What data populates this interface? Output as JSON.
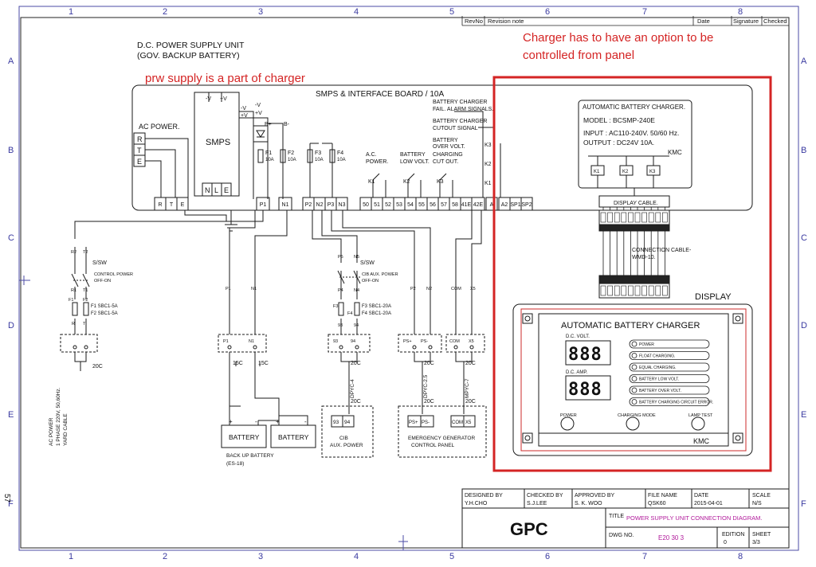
{
  "drawing": {
    "grid_cols": [
      "1",
      "2",
      "3",
      "4",
      "5",
      "6",
      "7",
      "8"
    ],
    "grid_rows": [
      "A",
      "B",
      "C",
      "D",
      "E",
      "F"
    ],
    "page_number": "57",
    "revision_header": {
      "rev_no": "RevNo",
      "note": "Revision note",
      "date": "Date",
      "signature": "Signature",
      "checked": "Checked"
    },
    "title_lines": [
      "D.C. POWER SUPPLY UNIT",
      "(GOV. BACKUP BATTERY)"
    ],
    "annotation_red_1": "prw supply is a part of charger",
    "annotation_red_2_lines": [
      "Charger has to have an option to be",
      "controlled from panel"
    ],
    "board_label": "SMPS & INTERFACE BOARD / 10A",
    "ac_power_label": "AC POWER.",
    "ac_terms": [
      "R",
      "T",
      "E"
    ],
    "smps_label": "SMPS",
    "smps_terms": [
      "N",
      "L",
      "E"
    ],
    "smps_v_top": [
      "-V",
      "+V"
    ],
    "smps_v_side": [
      "-V",
      "+V"
    ],
    "smps_out_top": [
      "-V",
      "+V"
    ],
    "bplus": "B+",
    "bminus": "B-",
    "fuses": [
      {
        "name": "F1",
        "rating": "10A"
      },
      {
        "name": "F2",
        "rating": "10A"
      },
      {
        "name": "F3",
        "rating": "10A"
      },
      {
        "name": "F4",
        "rating": "10A"
      }
    ],
    "terminals": [
      "R",
      "T",
      "E",
      "N",
      "L",
      "E",
      "P1",
      "N1",
      "P2",
      "N2",
      "P3",
      "N3",
      "50",
      "51",
      "52",
      "53",
      "54",
      "55",
      "56",
      "57",
      "58",
      "41E",
      "42E",
      "A",
      "A2",
      "SP1",
      "SP2"
    ],
    "signals": [
      {
        "lines": [
          "BATTERY CHARGER",
          "FAIL. ALARM SIGNALS."
        ]
      },
      {
        "lines": [
          "BATTERY CHARGER",
          "CUTOUT SIGNAL"
        ]
      },
      {
        "lines": [
          "BATTERY",
          "OVER VOLT."
        ]
      },
      {
        "lines": [
          "A.C.",
          "POWER."
        ]
      },
      {
        "lines": [
          "BATTERY",
          "LOW VOLT."
        ]
      },
      {
        "lines": [
          "CHARGING",
          "CUT OUT."
        ]
      }
    ],
    "relays": [
      "K1",
      "K2",
      "K3"
    ],
    "relays_side": [
      "K3",
      "K2",
      "K1"
    ],
    "charger_box": {
      "title": "AUTOMATIC BATTERY CHARGER.",
      "model": "MODEL : BCSMP-240E",
      "input": "INPUT : AC110-240V. 50/60 Hz.",
      "output": "OUTPUT : DC24V 10A.",
      "brand": "KMC",
      "relays": [
        "K1",
        "K2",
        "K3"
      ]
    },
    "display_cable": "DISPLAY CABLE.",
    "connection_cable": [
      "CONNECTION CABLE-",
      "WMD-10."
    ],
    "display_label": "DISPLAY",
    "display_panel": {
      "title": "AUTOMATIC BATTERY CHARGER",
      "volt_label": "D.C. VOLT.",
      "amp_label": "D.C. AMP.",
      "digits_volt": "888",
      "digits_amp": "888",
      "indicators": [
        "POWER",
        "FLOAT CHARGING.",
        "EQUAL CHARGING.",
        "BATTERY LOW VOLT.",
        "BATTERY OVER VOLT.",
        "BATTERY CHARGING CIRCUIT ERROR."
      ],
      "buttons": [
        "POWER",
        "CHARGING MODE",
        "LAMP TEST"
      ],
      "brand": "KMC"
    },
    "left_circuit": {
      "labels_top": [
        "R2",
        "T2"
      ],
      "switch": "S/SW",
      "switch_desc": [
        "CONTROL POWER",
        "OFF-ON"
      ],
      "labels_mid": [
        "R1",
        "T1"
      ],
      "fuse_names": [
        "F1",
        "F2"
      ],
      "fuse_desc": [
        "F1  SBC1-5A",
        "F2  SBC1-5A"
      ],
      "labels_low": [
        "R",
        "T"
      ],
      "cable": "20C",
      "ac_desc": [
        "AC POWER",
        "1 PHASE 220V, 50,60Hz.",
        "YARD CABLE"
      ]
    },
    "cib_circuit": {
      "labels_top": [
        "P5",
        "N5"
      ],
      "switch": "S/SW",
      "switch_desc": [
        "CIB AUX. POWER",
        "OFF-ON"
      ],
      "labels_mid": [
        "P4",
        "N4"
      ],
      "fuse_desc": [
        "F3  SBC1-20A",
        "F4  SBC1-20A"
      ],
      "fuse_names": [
        "F3",
        "F4"
      ],
      "labels_low": [
        "93",
        "94"
      ]
    },
    "terminal_blocks": [
      {
        "left": "P1",
        "right": "N1",
        "cable": "15C",
        "cable2": "15C"
      },
      {
        "left": "93",
        "right": "94",
        "cable": "20C"
      },
      {
        "left": "PS+",
        "right": "PS-",
        "cable": "20C"
      },
      {
        "left": "COM",
        "right": "X5",
        "cable": "20C"
      }
    ],
    "wire_labels": [
      "P1",
      "N1",
      "P2",
      "N2",
      "COM",
      "X5"
    ],
    "cable_types": [
      {
        "name": "DPYC-4",
        "cable": "20C"
      },
      {
        "name": "DPYC-2.5",
        "cable": "20C"
      },
      {
        "name": "MPYC-7",
        "cable": "20C"
      }
    ],
    "batteries": [
      "BATTERY",
      "BATTERY"
    ],
    "battery_caption": [
      "BACK UP BATTERY",
      "(ES-18)"
    ],
    "cib_box": {
      "terms": [
        "93",
        "94"
      ],
      "caption": [
        "CIB",
        "AUX. POWER"
      ]
    },
    "egen_box": {
      "terms": [
        "PS+",
        "PS-",
        "COM",
        "X5"
      ],
      "caption": [
        "EMERGENCY GENERATOR",
        "CONTROL PANEL"
      ]
    },
    "title_block": {
      "designed_label": "DESIGNED BY",
      "designed": "Y.H.CHO",
      "checked_label": "CHECKED BY",
      "checked": "S.J.LEE",
      "approved_label": "APPROVED BY",
      "approved": "S. K. WOO",
      "file_label": "FILE NAME",
      "file": "QSK60",
      "date_label": "DATE",
      "date": "2015-04-01",
      "scale_label": "SCALE",
      "scale": "N/S",
      "logo": "GPC",
      "title_label": "TITLE",
      "title": "POWER SUPPLY UNIT CONNECTION DIAGRAM.",
      "dwg_label": "DWG NO.",
      "dwg": "E20 30 3",
      "edition_label": "EDITION",
      "edition": "0",
      "sheet_label": "SHEET",
      "sheet": "3/3"
    },
    "colors": {
      "ink": "#1a1a1a",
      "annotation": "#d42424",
      "highlight_box": "#d42424",
      "title_text": "#b0189a",
      "border": "#5a5ab0"
    }
  }
}
